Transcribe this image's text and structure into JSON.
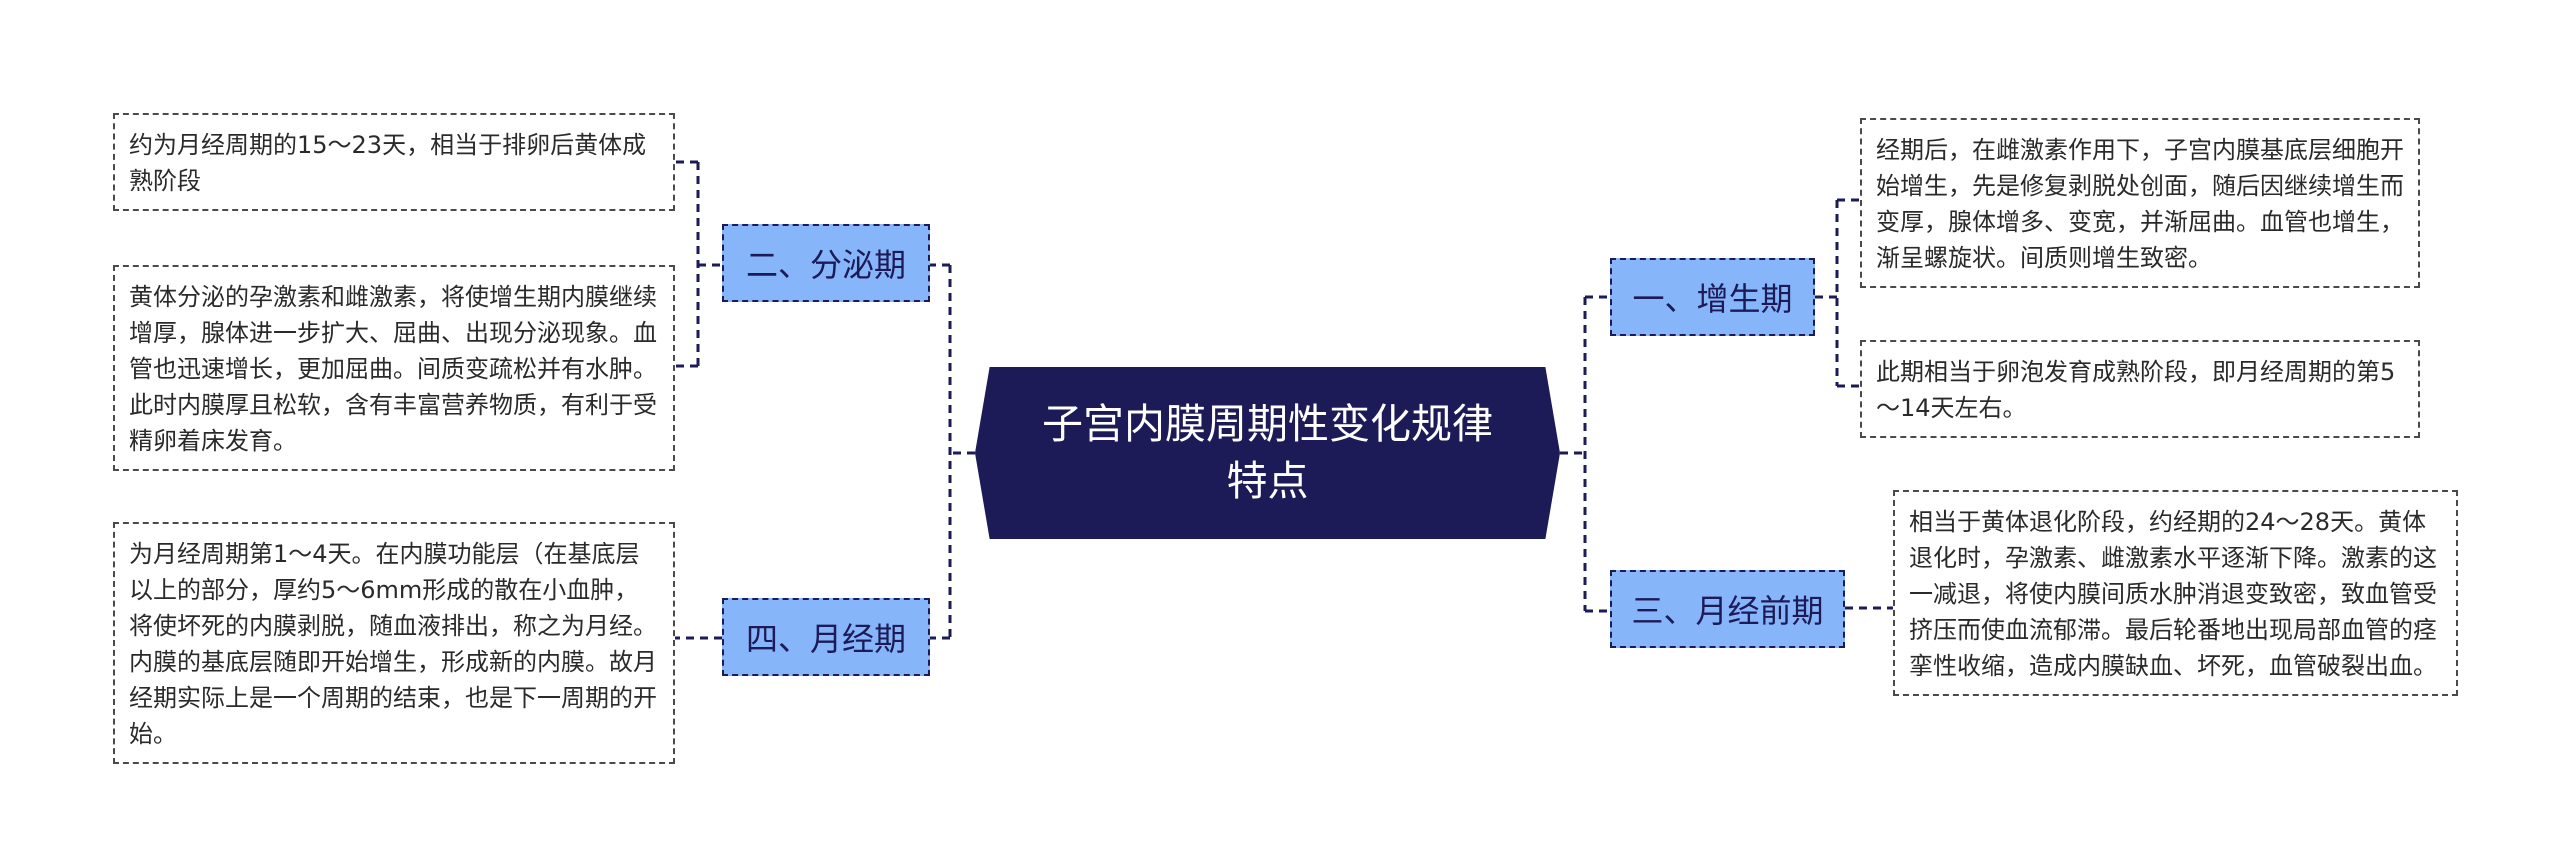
{
  "root": {
    "title": "子宫内膜周期性变化规律特点"
  },
  "branches": {
    "proliferative": {
      "label": "一、增生期",
      "notes": [
        "经期后，在雌激素作用下，子宫内膜基底层细胞开始增生，先是修复剥脱处创面，随后因继续增生而变厚，腺体增多、变宽，并渐屈曲。血管也增生，渐呈螺旋状。间质则增生致密。",
        "此期相当于卵泡发育成熟阶段，即月经周期的第5～14天左右。"
      ]
    },
    "secretory": {
      "label": "二、分泌期",
      "notes": [
        "约为月经周期的15～23天，相当于排卵后黄体成熟阶段",
        "黄体分泌的孕激素和雌激素，将使增生期内膜继续增厚，腺体进一步扩大、屈曲、出现分泌现象。血管也迅速增长，更加屈曲。间质变疏松并有水肿。此时内膜厚且松软，含有丰富营养物质，有利于受精卵着床发育。"
      ]
    },
    "premenstrual": {
      "label": "三、月经前期",
      "notes": [
        "相当于黄体退化阶段，约经期的24～28天。黄体退化时，孕激素、雌激素水平逐渐下降。激素的这一减退，将使内膜间质水肿消退变致密，致血管受挤压而使血流郁滞。最后轮番地出现局部血管的痉挛性收缩，造成内膜缺血、坏死，血管破裂出血。"
      ]
    },
    "menstrual": {
      "label": "四、月经期",
      "notes": [
        "为月经周期第1～4天。在内膜功能层（在基底层以上的部分，厚约5～6mm形成的散在小血肿，将使坏死的内膜剥脱，随血液排出，称之为月经。内膜的基底层随即开始增生，形成新的内膜。故月经期实际上是一个周期的结束，也是下一周期的开始。"
      ]
    }
  },
  "colors": {
    "root_fill": "#1c1a57",
    "branch_fill": "#87b5fa",
    "connector": "#1c1a57",
    "leaf_border": "#4a4a4a"
  }
}
